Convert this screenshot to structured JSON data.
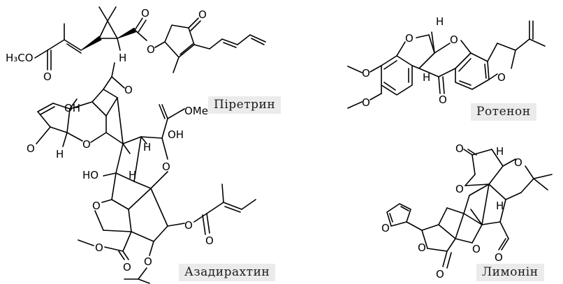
{
  "captions": {
    "pyrethrin": "Піретрин",
    "rotenone": "Ротенон",
    "azadirachtin": "Азадирахтин",
    "limonin": "Лимонін"
  },
  "atoms": {
    "h3co": "H₃CO",
    "o": "O",
    "h": "H",
    "oh": "OH",
    "ho": "HO",
    "ome": "OMe"
  }
}
